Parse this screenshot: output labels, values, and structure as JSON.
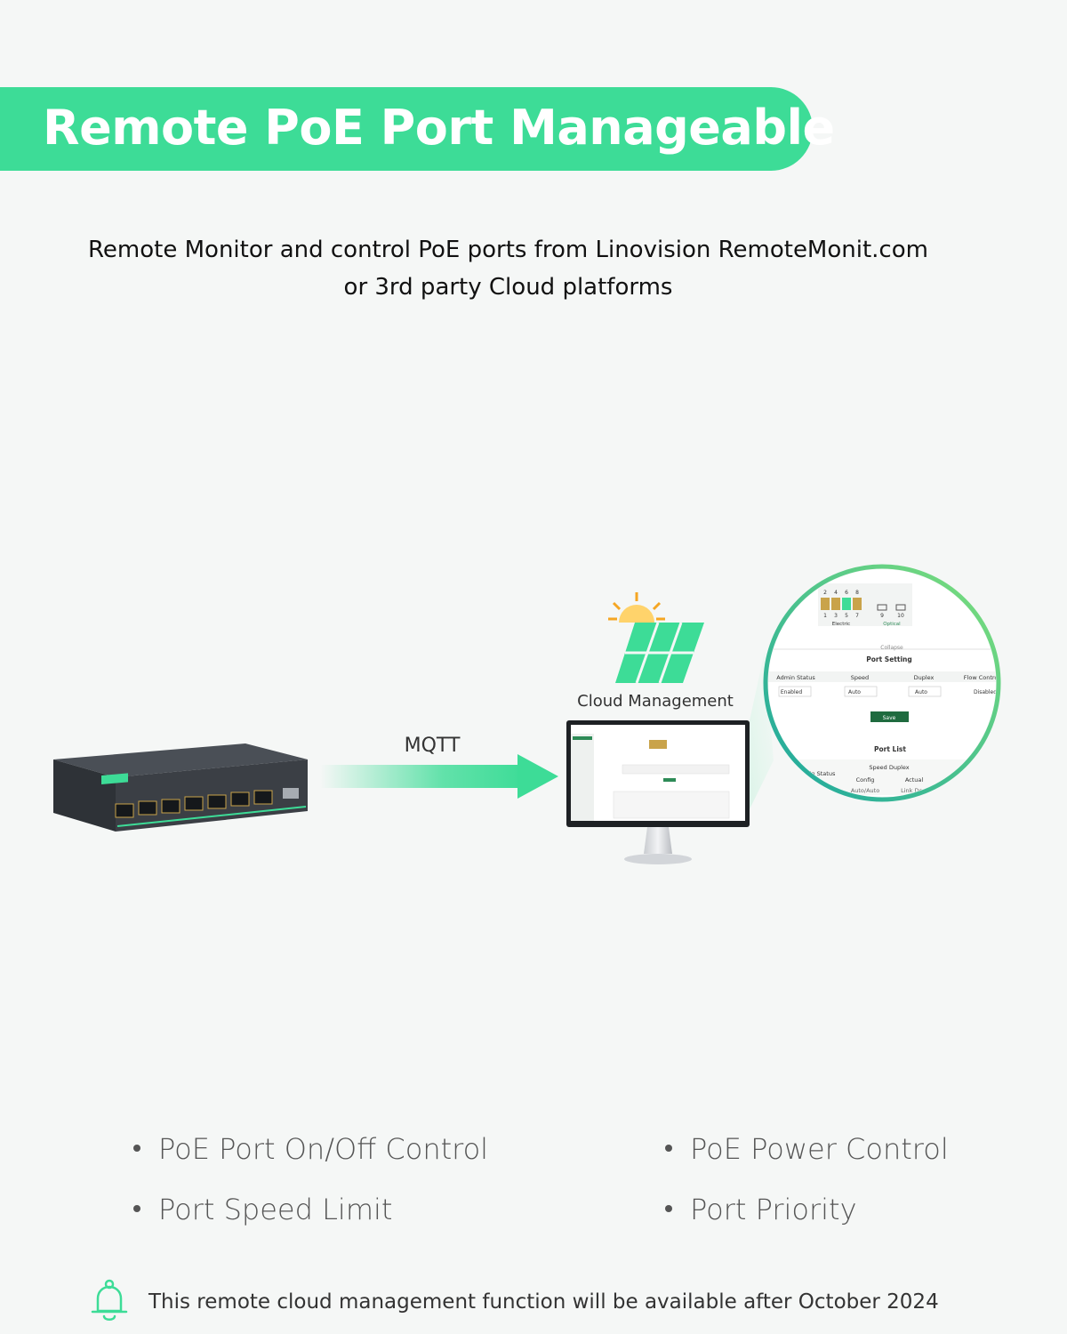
{
  "banner": {
    "title": "Remote PoE Port Manageable"
  },
  "subtitle": {
    "line1": "Remote Monitor and control PoE ports from Linovision RemoteMonit.com",
    "line2": "or 3rd party Cloud platforms"
  },
  "diagram": {
    "protocol_label": "MQTT",
    "cloud_label": "Cloud Management",
    "zoom_panel": {
      "port_numbers_top": [
        "2",
        "4",
        "6",
        "8"
      ],
      "port_numbers_bottom": [
        "1",
        "3",
        "5",
        "7"
      ],
      "optical_numbers": [
        "9",
        "10"
      ],
      "electric_label": "Electric",
      "optical_label": "Optical",
      "collapse_label": "Collapse",
      "port_setting_title": "Port Setting",
      "columns": [
        "Admin Status",
        "Speed",
        "Duplex",
        "Flow Control"
      ],
      "values": [
        "Enabled",
        "Auto",
        "Auto",
        "Disabled"
      ],
      "save_label": "Save",
      "port_list_title": "Port List",
      "admin_status_partial": "in Status",
      "speed_duplex_label": "Speed Duplex",
      "config_label": "Config",
      "actual_label": "Actual",
      "config_value": "Auto/Auto",
      "actual_value": "Link Down"
    }
  },
  "features": [
    {
      "label": "PoE Port On/Off Control"
    },
    {
      "label": "PoE Power Control"
    },
    {
      "label": "Port Speed Limit"
    },
    {
      "label": "Port Priority"
    }
  ],
  "note": {
    "text": "This remote cloud management function will be available after October 2024"
  },
  "colors": {
    "accent": "#3ddc97",
    "switch_body": "#3b3f45",
    "zoom_ring_start": "#1aa6a0",
    "zoom_ring_end": "#7fe07a"
  }
}
